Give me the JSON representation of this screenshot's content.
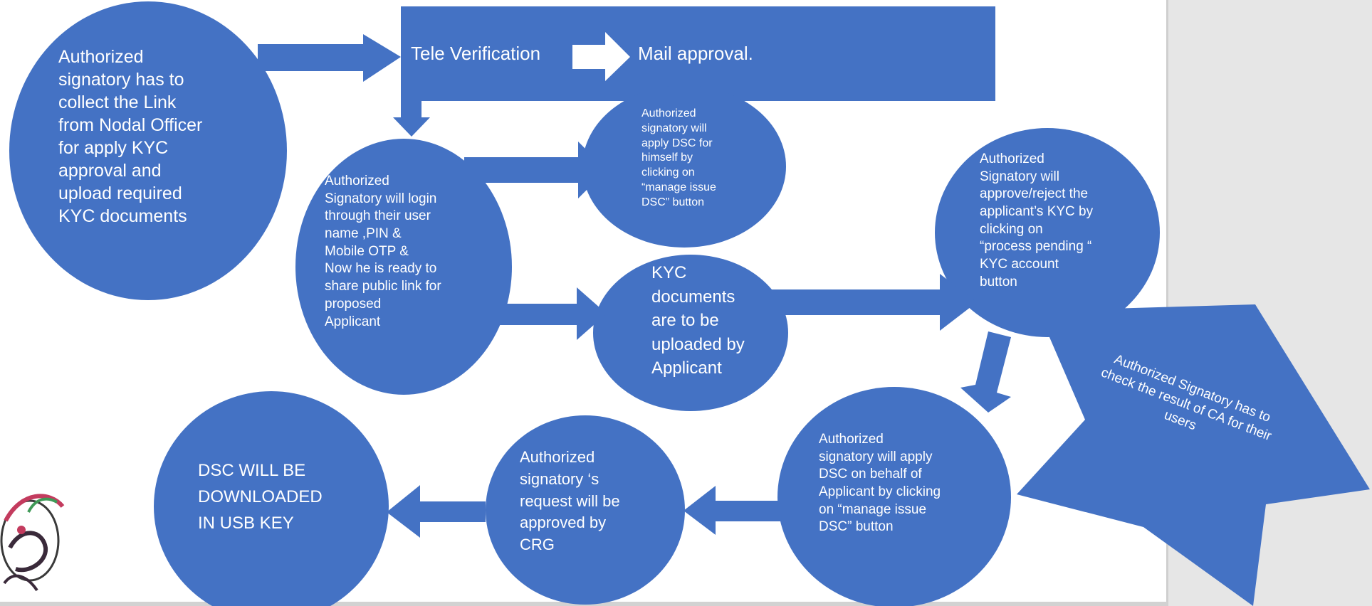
{
  "colors": {
    "background": "#e6e6e6",
    "slide": "#ffffff",
    "shape_fill": "#4472c4",
    "text": "#ffffff"
  },
  "nodes": {
    "collect_link": "Authorized\nsignatory has to\ncollect  the  Link\nfrom Nodal Officer\nfor apply KYC\napproval  and\nupload required\nKYC documents",
    "tele_verification": "Tele Verification",
    "mail_approval": "Mail approval.",
    "login": "Authorized\nSignatory will  login\nthrough their user\nname ,PIN &\nMobile  OTP &\nNow he is ready to\nshare public link for\nproposed\nApplicant",
    "apply_self": "Authorized\nsignatory will\napply  DSC for\nhimself  by\nclicking on\n“manage issue\nDSC” button",
    "kyc_upload": "KYC\ndocuments\nare to be\nuploaded by\nApplicant",
    "approve_reject": "Authorized\nSignatory will\napprove/reject the\napplicant’s KYC by\nclicking on\n“process pending “\nKYC account\nbutton",
    "check_result": "Authorized Signatory has to\ncheck the result of CA for  their\nusers",
    "apply_behalf": "Authorized\nsignatory will apply\nDSC on behalf of\nApplicant by clicking\non “manage issue\nDSC” button",
    "crg_approval": "Authorized\nsignatory ‘s\nrequest will be\napproved by\nCRG",
    "download": "DSC WILL BE\nDOWNLOADED\nIN USB KEY"
  },
  "icons": {
    "corner_logo": "decorative-logo-icon"
  }
}
